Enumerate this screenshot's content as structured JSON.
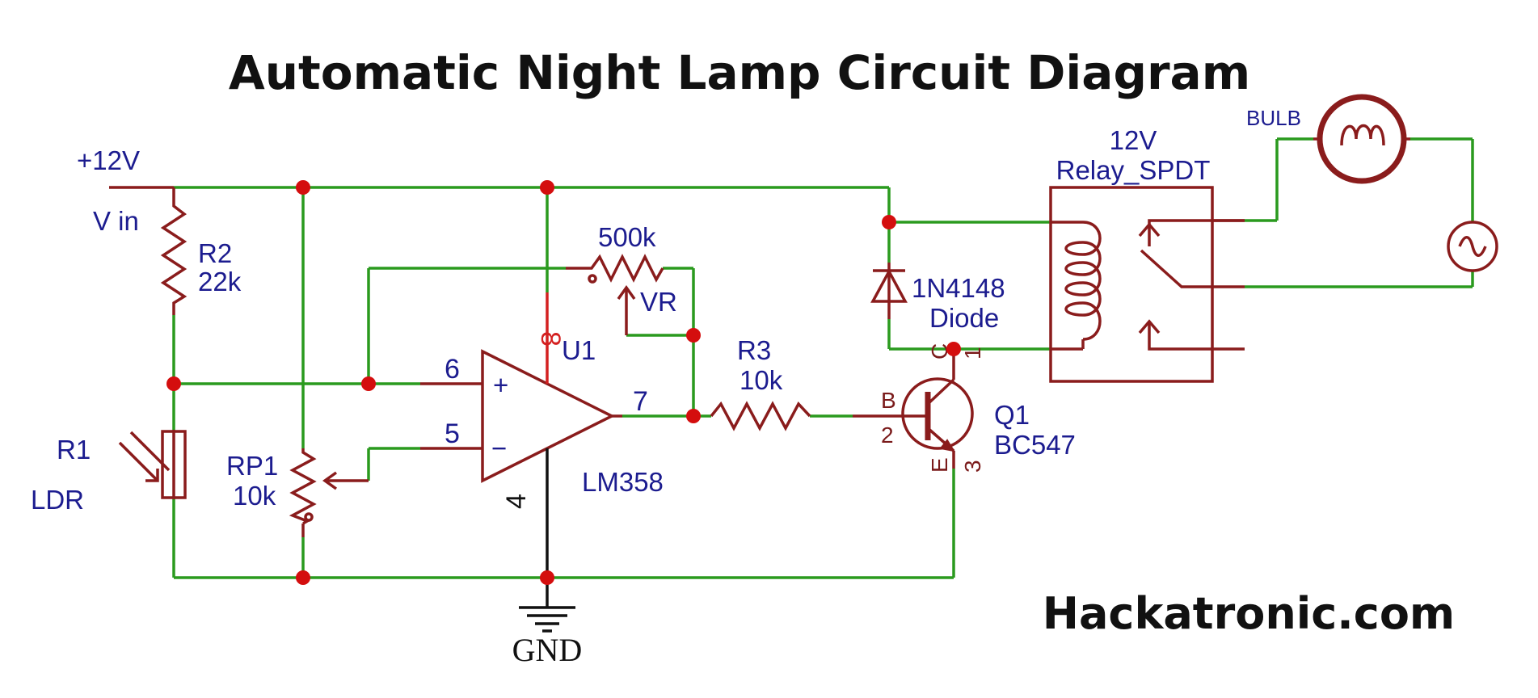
{
  "title": "Automatic Night Lamp Circuit Diagram",
  "watermark": "Hackatronic.com",
  "labels": {
    "supply": "+12V",
    "vin": "V  in",
    "r2_name": "R2",
    "r2_value": "22k",
    "r1_name": "R1",
    "r1_type": "LDR",
    "rp1_name": "RP1",
    "rp1_value": "10k",
    "vr_value": "500k",
    "vr_name": "VR",
    "u1_name": "U1",
    "u1_part": "LM358",
    "r3_name": "R3",
    "r3_value": "10k",
    "diode_part": "1N4148",
    "diode_name": "Diode",
    "q1_name": "Q1",
    "q1_part": "BC547",
    "relay_voltage": "12V",
    "relay_name": "Relay_SPDT",
    "bulb": "BULB",
    "gnd": "GND"
  },
  "pins": {
    "opamp_plus": "6",
    "opamp_minus": "5",
    "opamp_out": "7",
    "opamp_vcc": "8",
    "opamp_gnd": "4",
    "q_base_letter": "B",
    "q_base_num": "2",
    "q_collector_letter": "C",
    "q_collector_num": "1",
    "q_emitter_letter": "E",
    "q_emitter_num": "3",
    "plus_sign": "+",
    "minus_sign": "−"
  },
  "colors": {
    "wire": "#2a9a1e",
    "component": "#8a1c1c",
    "label": "#1c1c8f",
    "node": "#d40e0e"
  },
  "icons": {
    "bulb": "lamp-icon",
    "ac_source": "ac-source-icon",
    "ground": "ground-icon",
    "ldr_light": "light-arrows-icon"
  }
}
